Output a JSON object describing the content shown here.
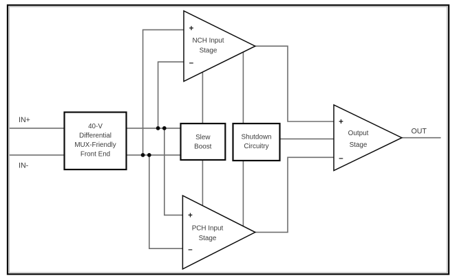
{
  "diagram": {
    "inputs": {
      "in_plus": "IN+",
      "in_minus": "IN-"
    },
    "out_label": "OUT",
    "front_end": {
      "line1": "40-V",
      "line2": "Differential",
      "line3": "MUX-Friendly",
      "line4": "Front End"
    },
    "nch_stage": {
      "line1": "NCH Input",
      "line2": "Stage",
      "plus": "+",
      "minus": "–"
    },
    "pch_stage": {
      "line1": "PCH Input",
      "line2": "Stage",
      "plus": "+",
      "minus": "–"
    },
    "output_stage": {
      "line1": "Output",
      "line2": "Stage",
      "plus": "+",
      "minus": "–"
    },
    "slew_boost": {
      "line1": "Slew",
      "line2": "Boost"
    },
    "shutdown": {
      "line1": "Shutdown",
      "line2": "Circuitry"
    },
    "colors": {
      "wire": "#6e6e6e",
      "outline": "#0b0b0b",
      "text": "#3a3a3a",
      "background": "#ffffff"
    }
  }
}
